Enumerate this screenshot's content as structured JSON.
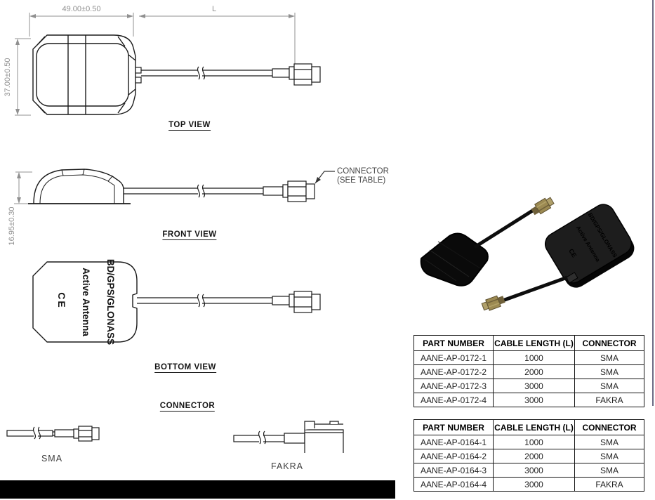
{
  "colors": {
    "line": "#1a1a1a",
    "dimension": "#909090",
    "page_border": "#6b6b85",
    "footer_bar": "#000000",
    "connector_gold": "#9c8a52",
    "body_black": "#0a0a0a"
  },
  "top_view": {
    "label": "TOP VIEW",
    "width_dim": "49.00±0.50",
    "length_dim": "L",
    "height_dim": "37.00±0.50"
  },
  "front_view": {
    "label": "FRONT VIEW",
    "height_dim": "16.95±0.30",
    "callout_line1": "CONNECTOR",
    "callout_line2": "(SEE TABLE)"
  },
  "bottom_view": {
    "label": "BOTTOM VIEW",
    "marking_line1": "BD/GPS/GLONASS",
    "marking_line2": "Active Antenna",
    "marking_ce": "CE"
  },
  "connector_section": {
    "heading": "CONNECTOR",
    "sma_label": "SMA",
    "fakra_label": "FAKRA"
  },
  "tables": [
    {
      "headers": [
        "PART NUMBER",
        "CABLE LENGTH  (L)",
        "CONNECTOR"
      ],
      "rows": [
        [
          "AANE-AP-0172-1",
          "1000",
          "SMA"
        ],
        [
          "AANE-AP-0172-2",
          "2000",
          "SMA"
        ],
        [
          "AANE-AP-0172-3",
          "3000",
          "SMA"
        ],
        [
          "AANE-AP-0172-4",
          "3000",
          "FAKRA"
        ]
      ]
    },
    {
      "headers": [
        "PART NUMBER",
        "CABLE LENGTH  (L)",
        "CONNECTOR"
      ],
      "rows": [
        [
          "AANE-AP-0164-1",
          "1000",
          "SMA"
        ],
        [
          "AANE-AP-0164-2",
          "2000",
          "SMA"
        ],
        [
          "AANE-AP-0164-3",
          "3000",
          "SMA"
        ],
        [
          "AANE-AP-0164-4",
          "3000",
          "FAKRA"
        ]
      ]
    }
  ]
}
